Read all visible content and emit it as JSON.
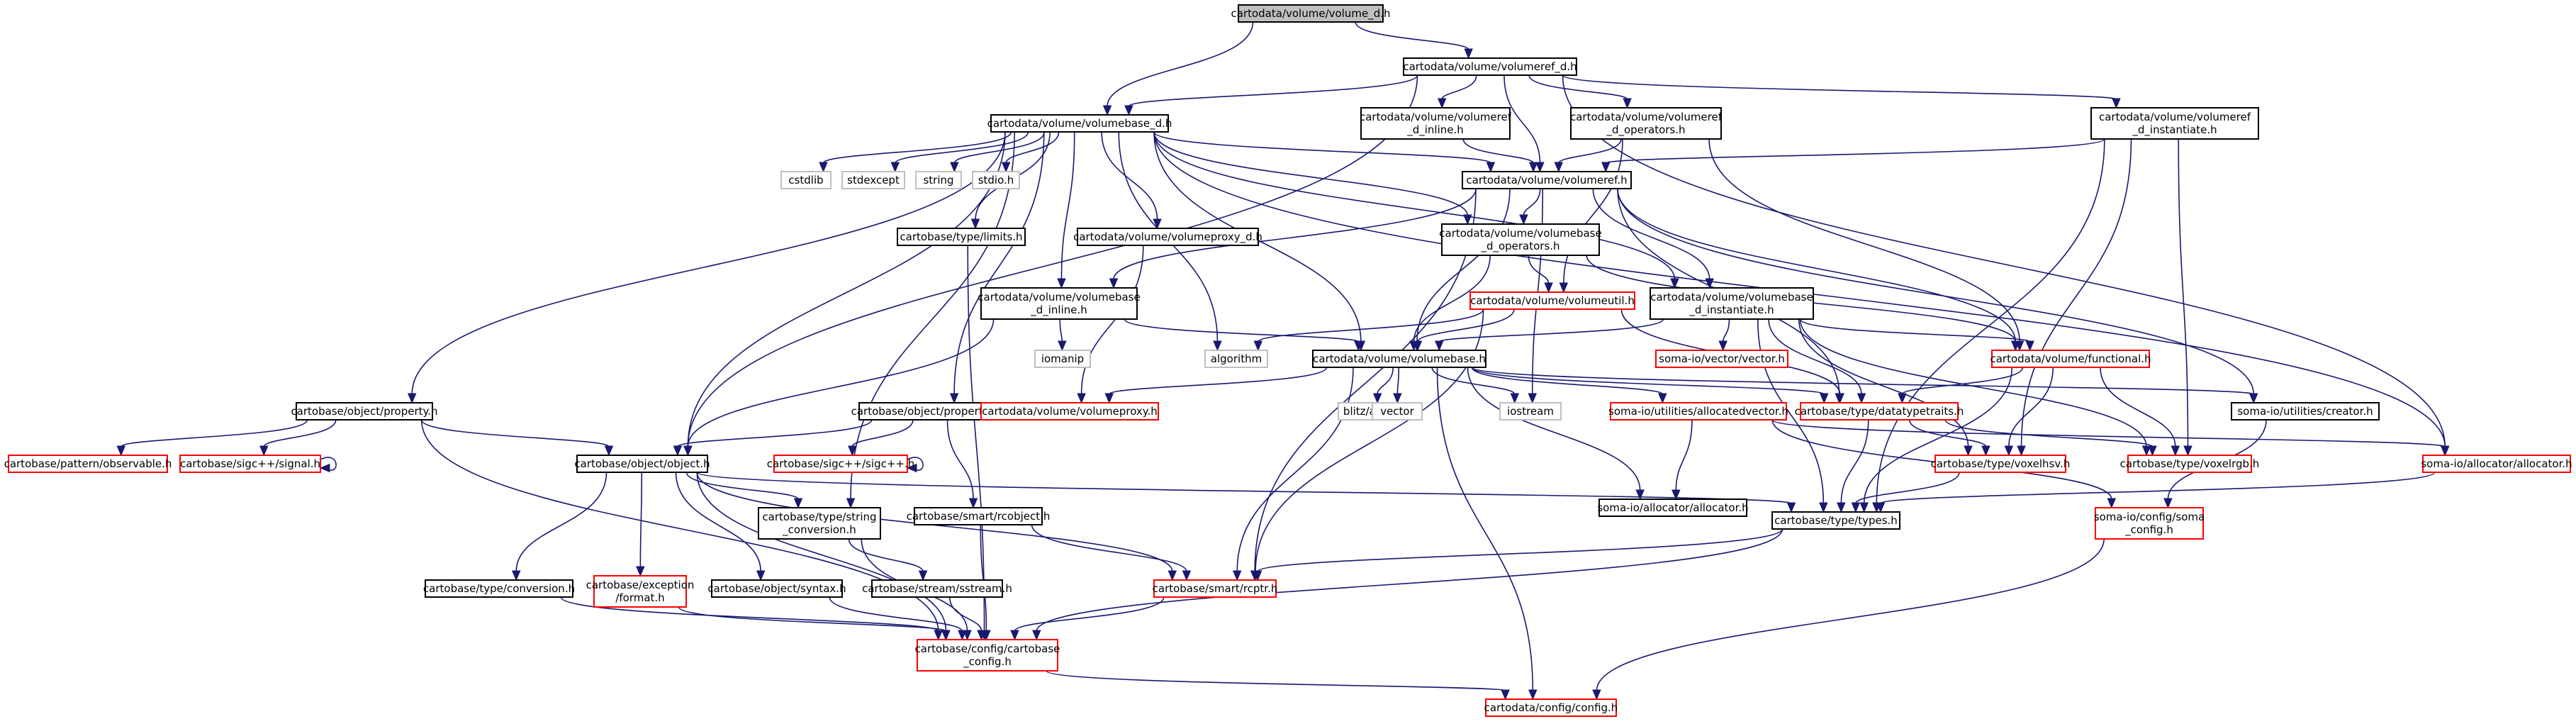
{
  "style": {
    "edge_color": "#191970",
    "root_fill": "#bfbfbf",
    "node_fill": "#ffffff",
    "normal_border": "#000000",
    "missing_border": "#ff0000",
    "external_border": "#bfbfbf"
  },
  "nodes": [
    {
      "id": "root",
      "label": [
        "cartodata/volume/volume_d.h"
      ],
      "kind": "root"
    },
    {
      "id": "vref_d",
      "label": [
        "cartodata/volume/volumeref_d.h"
      ],
      "kind": "normal"
    },
    {
      "id": "vbase_d",
      "label": [
        "cartodata/volume/volumebase_d.h"
      ],
      "kind": "normal"
    },
    {
      "id": "vref_d_inline",
      "label": [
        "cartodata/volume/volumeref",
        "_d_inline.h"
      ],
      "kind": "normal"
    },
    {
      "id": "vref_d_ops",
      "label": [
        "cartodata/volume/volumeref",
        "_d_operators.h"
      ],
      "kind": "normal"
    },
    {
      "id": "vref_d_inst",
      "label": [
        "cartodata/volume/volumeref",
        "_d_instantiate.h"
      ],
      "kind": "normal"
    },
    {
      "id": "cstdlib",
      "label": [
        "cstdlib"
      ],
      "kind": "external"
    },
    {
      "id": "stdexcept",
      "label": [
        "stdexcept"
      ],
      "kind": "external"
    },
    {
      "id": "string",
      "label": [
        "string"
      ],
      "kind": "external"
    },
    {
      "id": "stdio",
      "label": [
        "stdio.h"
      ],
      "kind": "external"
    },
    {
      "id": "vref",
      "label": [
        "cartodata/volume/volumeref.h"
      ],
      "kind": "normal"
    },
    {
      "id": "limits",
      "label": [
        "cartobase/type/limits.h"
      ],
      "kind": "normal"
    },
    {
      "id": "vproxy_d",
      "label": [
        "cartodata/volume/volumeproxy_d.h"
      ],
      "kind": "normal"
    },
    {
      "id": "vbase_d_ops",
      "label": [
        "cartodata/volume/volumebase",
        "_d_operators.h"
      ],
      "kind": "normal"
    },
    {
      "id": "vbase_d_inline",
      "label": [
        "cartodata/volume/volumebase",
        "_d_inline.h"
      ],
      "kind": "normal"
    },
    {
      "id": "volumeutil",
      "label": [
        "cartodata/volume/volumeutil.h"
      ],
      "kind": "missing"
    },
    {
      "id": "vbase_d_inst",
      "label": [
        "cartodata/volume/volumebase",
        "_d_instantiate.h"
      ],
      "kind": "normal"
    },
    {
      "id": "iomanip",
      "label": [
        "iomanip"
      ],
      "kind": "external"
    },
    {
      "id": "algorithm",
      "label": [
        "algorithm"
      ],
      "kind": "external"
    },
    {
      "id": "vbase",
      "label": [
        "cartodata/volume/volumebase.h"
      ],
      "kind": "normal"
    },
    {
      "id": "vectorh",
      "label": [
        "soma-io/vector/vector.h"
      ],
      "kind": "missing"
    },
    {
      "id": "functional",
      "label": [
        "cartodata/volume/functional.h"
      ],
      "kind": "missing"
    },
    {
      "id": "property",
      "label": [
        "cartobase/object/property.h"
      ],
      "kind": "normal"
    },
    {
      "id": "propfilter",
      "label": [
        "cartobase/object/propertyfilter.h"
      ],
      "kind": "normal"
    },
    {
      "id": "vproxy",
      "label": [
        "cartodata/volume/volumeproxy.h"
      ],
      "kind": "missing"
    },
    {
      "id": "blitz",
      "label": [
        "blitz/array.h"
      ],
      "kind": "external"
    },
    {
      "id": "vector",
      "label": [
        "vector"
      ],
      "kind": "external"
    },
    {
      "id": "iostream",
      "label": [
        "iostream"
      ],
      "kind": "external"
    },
    {
      "id": "allocvec",
      "label": [
        "soma-io/utilities/allocatedvector.h"
      ],
      "kind": "missing"
    },
    {
      "id": "dtypetraits",
      "label": [
        "cartobase/type/datatypetraits.h"
      ],
      "kind": "missing"
    },
    {
      "id": "creator",
      "label": [
        "soma-io/utilities/creator.h"
      ],
      "kind": "normal"
    },
    {
      "id": "observable",
      "label": [
        "cartobase/pattern/observable.h"
      ],
      "kind": "missing"
    },
    {
      "id": "signal",
      "label": [
        "cartobase/sigc++/signal.h"
      ],
      "kind": "missing"
    },
    {
      "id": "object",
      "label": [
        "cartobase/object/object.h"
      ],
      "kind": "normal"
    },
    {
      "id": "sigcpp",
      "label": [
        "cartobase/sigc++/sigc++.h"
      ],
      "kind": "missing"
    },
    {
      "id": "allocator_sub",
      "label": [
        "soma-io/allocator/allocator.h"
      ],
      "kind": "normal"
    },
    {
      "id": "voxelhsv",
      "label": [
        "cartobase/type/voxelhsv.h"
      ],
      "kind": "missing"
    },
    {
      "id": "voxelrgb",
      "label": [
        "cartobase/type/voxelrgb.h"
      ],
      "kind": "missing"
    },
    {
      "id": "allocator_r",
      "label": [
        "soma-io/allocator/allocator.h"
      ],
      "kind": "missing"
    },
    {
      "id": "strconv",
      "label": [
        "cartobase/type/string",
        "_conversion.h"
      ],
      "kind": "normal"
    },
    {
      "id": "rcobject",
      "label": [
        "cartobase/smart/rcobject.h"
      ],
      "kind": "normal"
    },
    {
      "id": "types",
      "label": [
        "cartobase/type/types.h"
      ],
      "kind": "normal"
    },
    {
      "id": "somaconfig",
      "label": [
        "soma-io/config/soma",
        "_config.h"
      ],
      "kind": "missing"
    },
    {
      "id": "conversion",
      "label": [
        "cartobase/type/conversion.h"
      ],
      "kind": "normal"
    },
    {
      "id": "format",
      "label": [
        "cartobase/exception",
        "/format.h"
      ],
      "kind": "missing"
    },
    {
      "id": "syntax",
      "label": [
        "cartobase/object/syntax.h"
      ],
      "kind": "normal"
    },
    {
      "id": "sstream",
      "label": [
        "cartobase/stream/sstream.h"
      ],
      "kind": "normal"
    },
    {
      "id": "rcptr",
      "label": [
        "cartobase/smart/rcptr.h"
      ],
      "kind": "missing"
    },
    {
      "id": "cbconfig",
      "label": [
        "cartobase/config/cartobase",
        "_config.h"
      ],
      "kind": "missing"
    },
    {
      "id": "cdconfig",
      "label": [
        "cartodata/config/config.h"
      ],
      "kind": "missing"
    }
  ],
  "edges": [
    [
      "root",
      "vref_d"
    ],
    [
      "root",
      "vbase_d"
    ],
    [
      "vref_d",
      "vbase_d"
    ],
    [
      "vref_d",
      "vref_d_inline"
    ],
    [
      "vref_d",
      "vref_d_ops"
    ],
    [
      "vref_d",
      "vref_d_inst"
    ],
    [
      "vref_d",
      "vref"
    ],
    [
      "vref_d",
      "object"
    ],
    [
      "vref_d",
      "allocator_r"
    ],
    [
      "vbase_d",
      "cstdlib"
    ],
    [
      "vbase_d",
      "stdexcept"
    ],
    [
      "vbase_d",
      "string"
    ],
    [
      "vbase_d",
      "stdio"
    ],
    [
      "vbase_d",
      "vref"
    ],
    [
      "vbase_d",
      "limits"
    ],
    [
      "vbase_d",
      "vproxy_d"
    ],
    [
      "vbase_d",
      "vbase_d_ops"
    ],
    [
      "vbase_d",
      "vbase_d_inline"
    ],
    [
      "vbase_d",
      "vbase_d_inst"
    ],
    [
      "vbase_d",
      "algorithm"
    ],
    [
      "vbase_d",
      "vbase"
    ],
    [
      "vbase_d",
      "property"
    ],
    [
      "vbase_d",
      "propfilter"
    ],
    [
      "vbase_d",
      "object"
    ],
    [
      "vbase_d",
      "strconv"
    ],
    [
      "vbase_d",
      "allocator_r"
    ],
    [
      "vref_d_inline",
      "vref"
    ],
    [
      "vref_d_ops",
      "vref"
    ],
    [
      "vref_d_ops",
      "volumeutil"
    ],
    [
      "vref_d_ops",
      "functional"
    ],
    [
      "vref_d_inst",
      "vref"
    ],
    [
      "vref_d_inst",
      "voxelrgb"
    ],
    [
      "vref_d_inst",
      "voxelhsv"
    ],
    [
      "vref_d_inst",
      "types"
    ],
    [
      "vref",
      "vbase_d_ops"
    ],
    [
      "vref",
      "vbase_d_inline"
    ],
    [
      "vref",
      "vbase_d_inst"
    ],
    [
      "vref",
      "vbase"
    ],
    [
      "vref",
      "rcptr"
    ],
    [
      "vref",
      "iostream"
    ],
    [
      "vref",
      "creator"
    ],
    [
      "vref",
      "dtypetraits"
    ],
    [
      "vref",
      "functional"
    ],
    [
      "limits",
      "cbconfig"
    ],
    [
      "vproxy_d",
      "vproxy"
    ],
    [
      "vbase_d_ops",
      "volumeutil"
    ],
    [
      "vbase_d_ops",
      "vbase"
    ],
    [
      "vbase_d_ops",
      "functional"
    ],
    [
      "vbase_d_inline",
      "iomanip"
    ],
    [
      "vbase_d_inline",
      "vbase"
    ],
    [
      "vbase_d_inline",
      "object"
    ],
    [
      "volumeutil",
      "vbase"
    ],
    [
      "volumeutil",
      "dtypetraits"
    ],
    [
      "volumeutil",
      "rcptr"
    ],
    [
      "volumeutil",
      "algorithm"
    ],
    [
      "vbase_d_inst",
      "vbase"
    ],
    [
      "vbase_d_inst",
      "vectorh"
    ],
    [
      "vbase_d_inst",
      "functional"
    ],
    [
      "vbase_d_inst",
      "voxelrgb"
    ],
    [
      "vbase_d_inst",
      "voxelhsv"
    ],
    [
      "vbase_d_inst",
      "types"
    ],
    [
      "vbase_d_inst",
      "dtypetraits"
    ],
    [
      "vbase",
      "vproxy"
    ],
    [
      "vbase",
      "blitz"
    ],
    [
      "vbase",
      "vector"
    ],
    [
      "vbase",
      "iostream"
    ],
    [
      "vbase",
      "allocvec"
    ],
    [
      "vbase",
      "dtypetraits"
    ],
    [
      "vbase",
      "creator"
    ],
    [
      "vbase",
      "allocator_sub"
    ],
    [
      "vbase",
      "rcptr"
    ],
    [
      "vbase",
      "cdconfig"
    ],
    [
      "functional",
      "dtypetraits"
    ],
    [
      "functional",
      "voxelrgb"
    ],
    [
      "functional",
      "voxelhsv"
    ],
    [
      "functional",
      "types"
    ],
    [
      "property",
      "observable"
    ],
    [
      "property",
      "signal"
    ],
    [
      "property",
      "object"
    ],
    [
      "property",
      "cbconfig"
    ],
    [
      "signal",
      "signal"
    ],
    [
      "propfilter",
      "sigcpp"
    ],
    [
      "propfilter",
      "object"
    ],
    [
      "propfilter",
      "rcobject"
    ],
    [
      "sigcpp",
      "sigcpp"
    ],
    [
      "allocvec",
      "allocator_sub"
    ],
    [
      "allocvec",
      "allocator_r"
    ],
    [
      "allocvec",
      "somaconfig"
    ],
    [
      "dtypetraits",
      "voxelrgb"
    ],
    [
      "dtypetraits",
      "voxelhsv"
    ],
    [
      "dtypetraits",
      "types"
    ],
    [
      "creator",
      "somaconfig"
    ],
    [
      "voxelhsv",
      "types"
    ],
    [
      "allocator_r",
      "types"
    ],
    [
      "object",
      "conversion"
    ],
    [
      "object",
      "format"
    ],
    [
      "object",
      "syntax"
    ],
    [
      "object",
      "strconv"
    ],
    [
      "object",
      "types"
    ],
    [
      "object",
      "rcptr"
    ],
    [
      "object",
      "cbconfig"
    ],
    [
      "strconv",
      "sstream"
    ],
    [
      "strconv",
      "cbconfig"
    ],
    [
      "rcobject",
      "rcptr"
    ],
    [
      "rcobject",
      "cbconfig"
    ],
    [
      "types",
      "rcptr"
    ],
    [
      "types",
      "cbconfig"
    ],
    [
      "somaconfig",
      "cdconfig"
    ],
    [
      "conversion",
      "cbconfig"
    ],
    [
      "format",
      "cbconfig"
    ],
    [
      "syntax",
      "cbconfig"
    ],
    [
      "sstream",
      "cbconfig"
    ],
    [
      "rcptr",
      "cbconfig"
    ],
    [
      "cbconfig",
      "cdconfig"
    ]
  ]
}
